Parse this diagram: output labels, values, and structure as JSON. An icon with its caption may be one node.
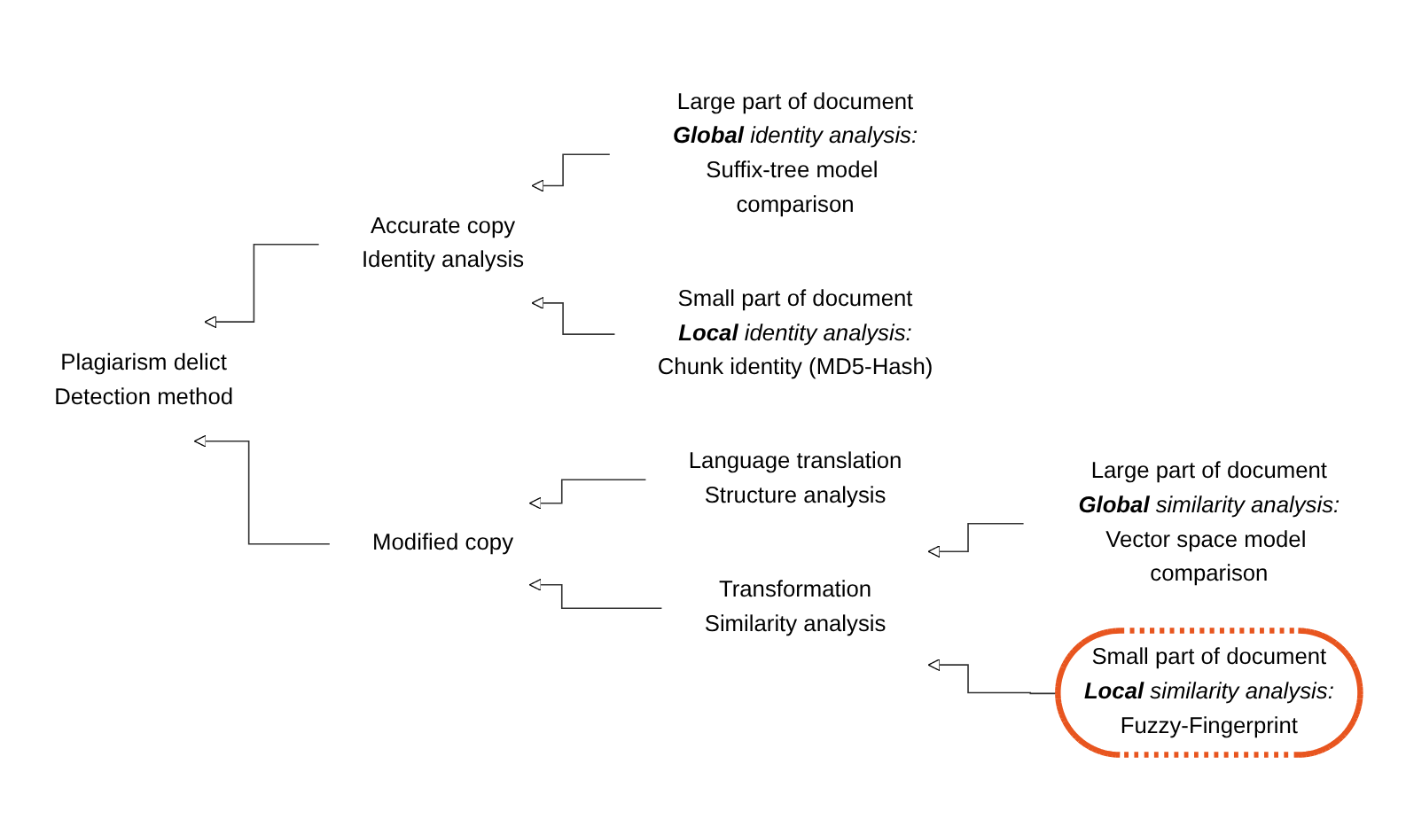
{
  "diagram": {
    "nodes": [
      {
        "text": [
          "Plagiarism delict",
          "Detection method"
        ]
      },
      {
        "text": [
          "Accurate copy",
          "Identity analysis"
        ]
      },
      {
        "text": [
          "Large part of document",
          "**Global** identity analysis:",
          "Suffix-tree model comparison"
        ]
      },
      {
        "text": [
          "Small part of document",
          "**Local** identity analysis:",
          "Chunk identity (MD5-Hash)"
        ]
      },
      {
        "text": [
          "Modified copy"
        ]
      },
      {
        "text": [
          "Language translation",
          "Structure analysis"
        ]
      },
      {
        "text": [
          "Transformation",
          "Similarity analysis"
        ]
      },
      {
        "text": [
          "Large part of document",
          "**Global** similarity analysis:",
          "Vector space model comparison"
        ]
      },
      {
        "text": [
          "Small part of document",
          "**Local** similarity analysis:",
          "Fuzzy-Fingerprint"
        ]
      }
    ],
    "edges": [
      {
        "from": 1,
        "to": 0,
        "arrow": "to"
      },
      {
        "from": 4,
        "to": 0,
        "arrow": "to"
      },
      {
        "from": 2,
        "to": 1,
        "arrow": "to"
      },
      {
        "from": 3,
        "to": 1,
        "arrow": "to"
      },
      {
        "from": 5,
        "to": 4,
        "arrow": "to"
      },
      {
        "from": 6,
        "to": 4,
        "arrow": "to"
      },
      {
        "from": 7,
        "to": 6,
        "arrow": "to"
      },
      {
        "from": 8,
        "to": 6,
        "arrow": "to"
      }
    ]
  }
}
